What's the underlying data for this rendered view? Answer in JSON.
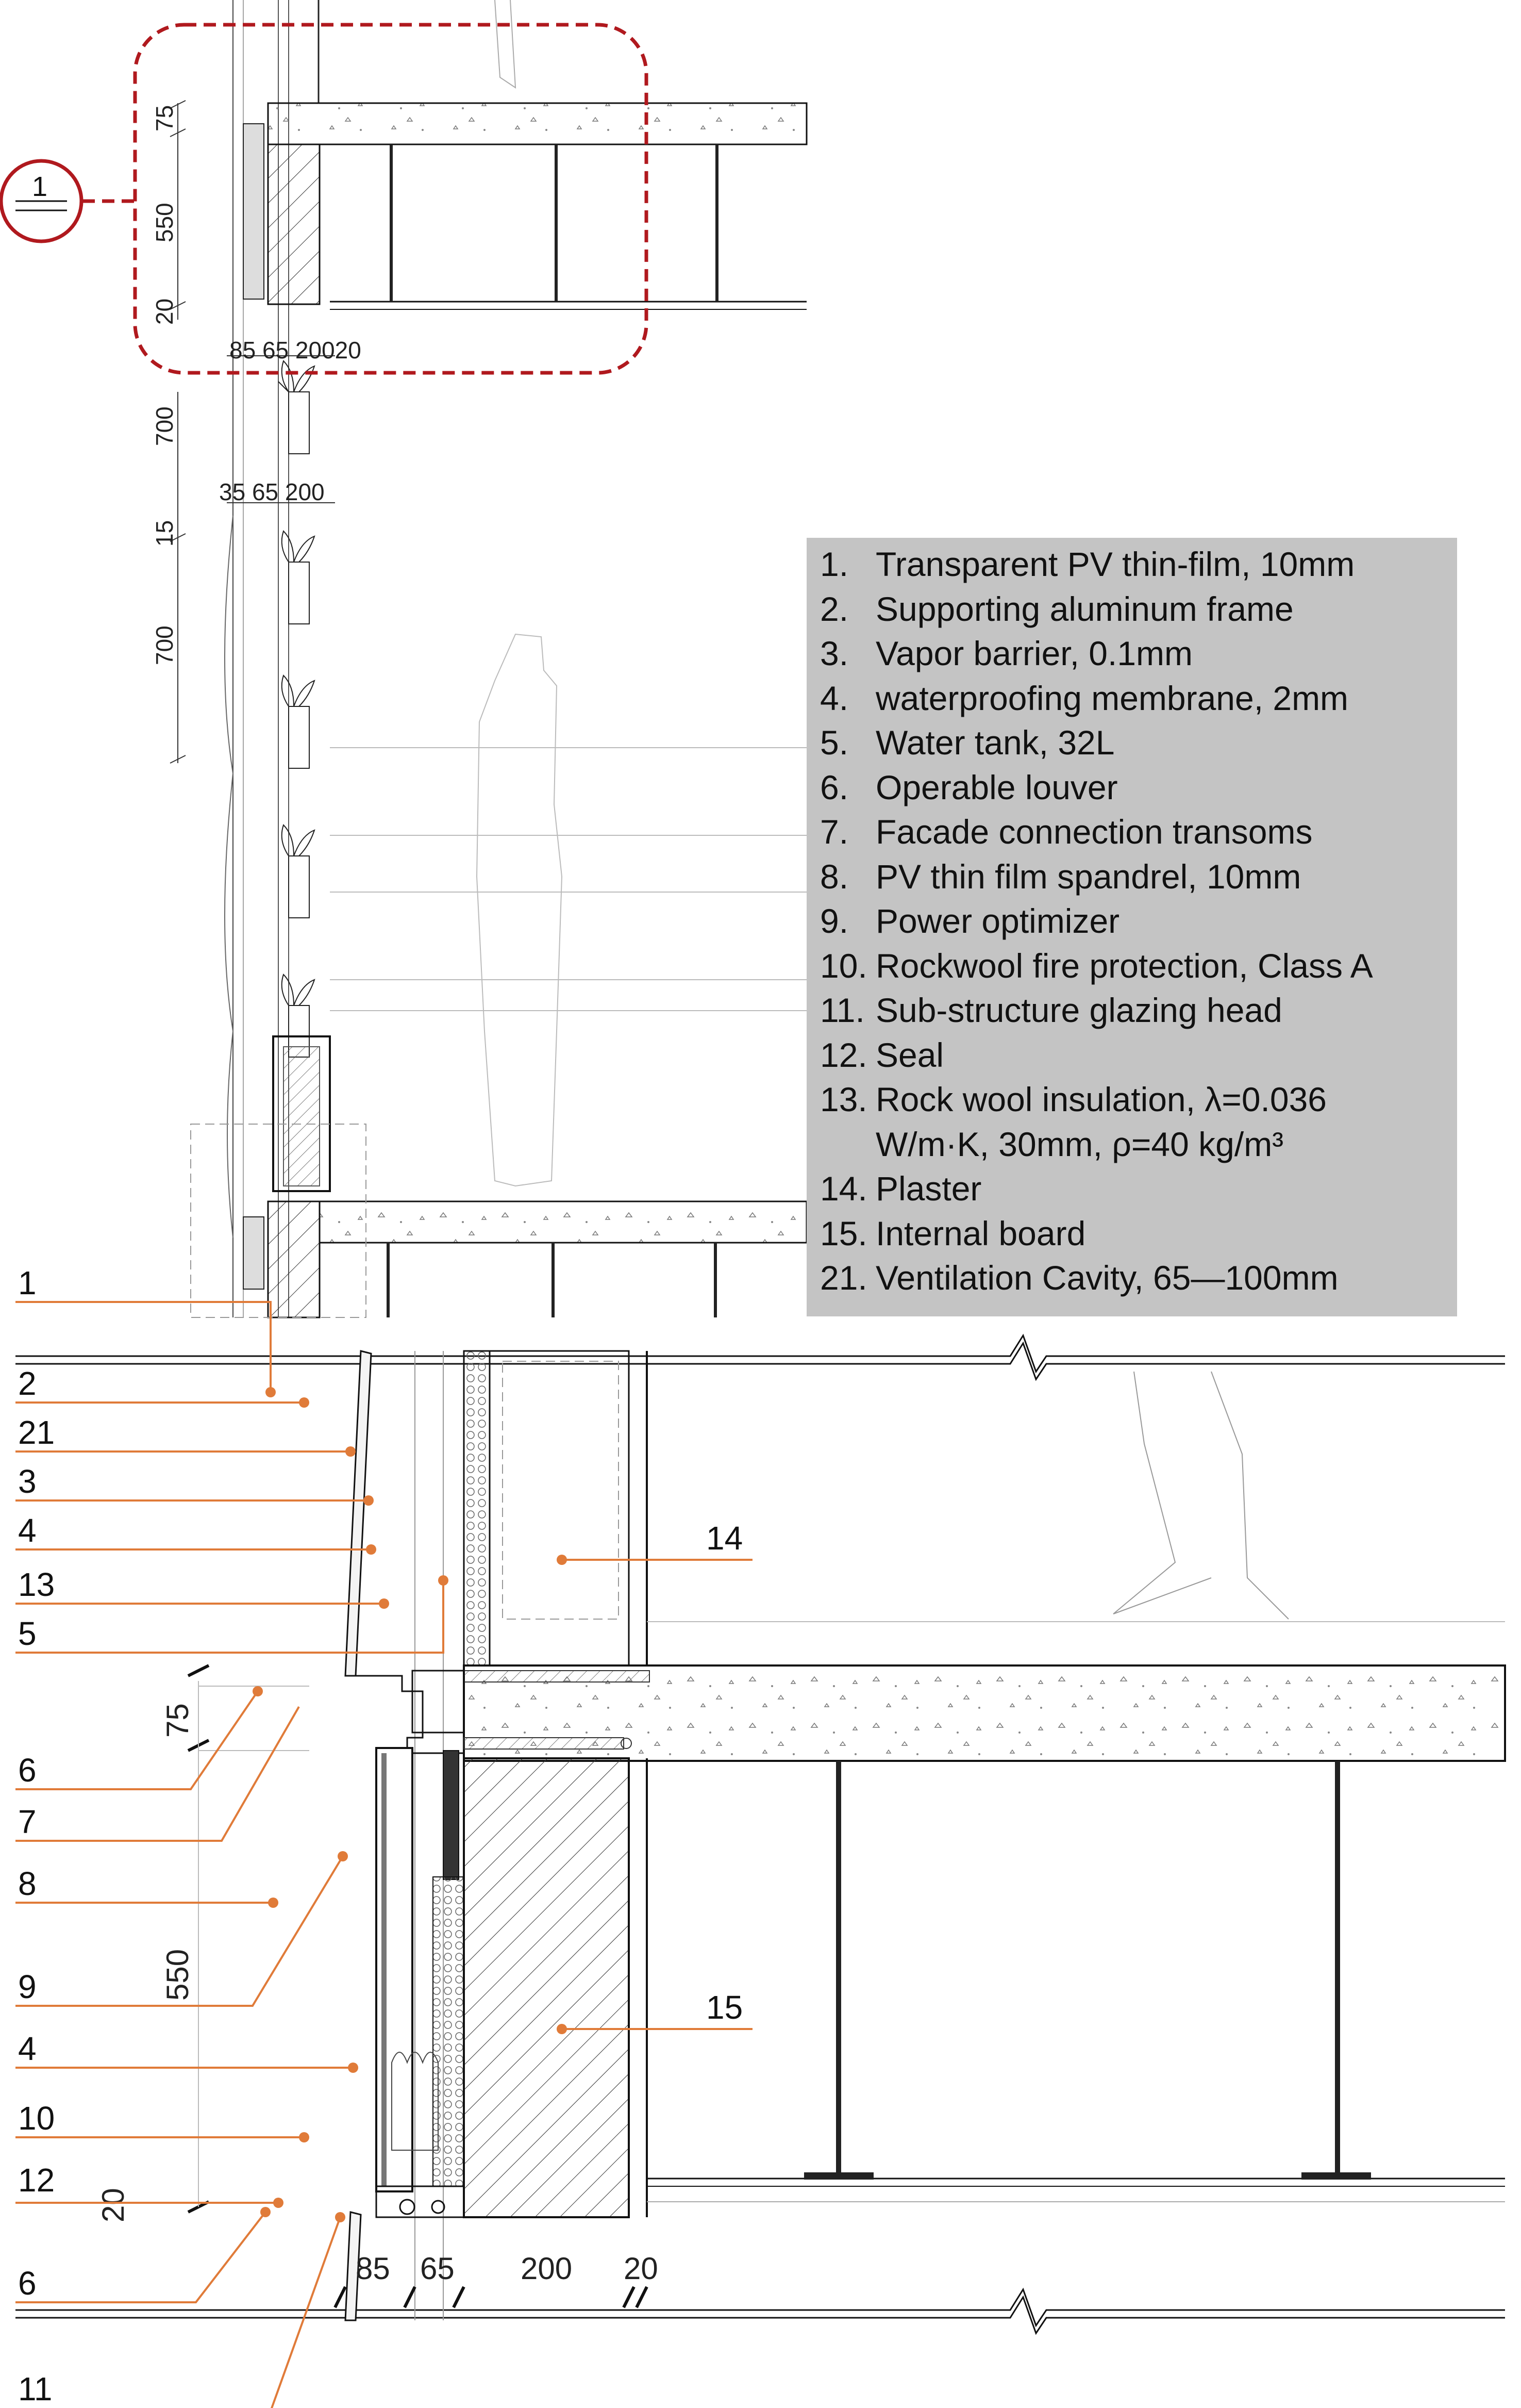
{
  "section_marker": {
    "number": "1"
  },
  "top_dimensions": {
    "vertical": [
      "75",
      "550",
      "20",
      "700",
      "15",
      "700"
    ],
    "horizontal_upper": "85 65 20020",
    "horizontal_lower": "35 65 200"
  },
  "detail_dimensions": {
    "vertical": [
      "75",
      "550",
      "20"
    ],
    "horizontal": [
      "85",
      "65",
      "200",
      "20"
    ]
  },
  "callouts": {
    "left": [
      "1",
      "2",
      "21",
      "3",
      "4",
      "13",
      "5",
      "6",
      "7",
      "8",
      "9",
      "4",
      "10",
      "12",
      "6",
      "11"
    ],
    "right": [
      "14",
      "15"
    ]
  },
  "legend": [
    {
      "num": "1.",
      "text": "Transparent PV thin-film, 10mm"
    },
    {
      "num": "2.",
      "text": "Supporting aluminum frame"
    },
    {
      "num": "3.",
      "text": "Vapor barrier, 0.1mm"
    },
    {
      "num": "4.",
      "text": "waterproofing membrane, 2mm"
    },
    {
      "num": "5.",
      "text": "Water tank, 32L"
    },
    {
      "num": "6.",
      "text": "Operable louver"
    },
    {
      "num": "7.",
      "text": "Facade connection transoms"
    },
    {
      "num": "8.",
      "text": "PV thin film spandrel, 10mm"
    },
    {
      "num": "9.",
      "text": "Power optimizer"
    },
    {
      "num": "10.",
      "text": "Rockwool fire protection, Class A"
    },
    {
      "num": "11.",
      "text": "Sub-structure glazing head"
    },
    {
      "num": "12.",
      "text": "Seal"
    },
    {
      "num": "13.",
      "text": "Rock wool insulation, λ=0.036 W/m·K, 30mm, ρ=40 kg/m³"
    },
    {
      "num": "14.",
      "text": "Plaster"
    },
    {
      "num": "15.",
      "text": "Internal board"
    },
    {
      "num": "21.",
      "text": "Ventilation Cavity, 65—100mm"
    }
  ],
  "colors": {
    "detail_marker": "#b0191e",
    "leader": "#e07b39",
    "line": "#111111",
    "legend_bg": "#c4c4c4"
  }
}
